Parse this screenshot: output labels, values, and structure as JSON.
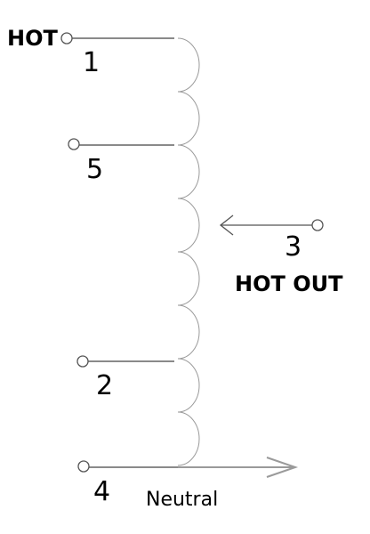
{
  "diagram": {
    "terminals": [
      {
        "number": "1",
        "label": "HOT"
      },
      {
        "number": "5"
      },
      {
        "number": "3",
        "label": "HOT OUT"
      },
      {
        "number": "2"
      },
      {
        "number": "4",
        "label": "Neutral"
      }
    ],
    "coil_turns": 8
  }
}
